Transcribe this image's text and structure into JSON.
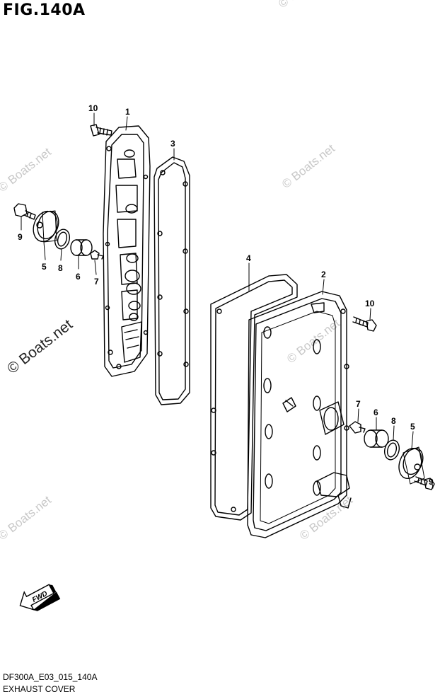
{
  "figure": {
    "title": "FIG.140A",
    "code": "DF300A_E03_015_140A",
    "caption": "EXHAUST COVER"
  },
  "watermarks": {
    "dark": "© Boats.net",
    "light": "© Boats.net"
  },
  "fwd_label": "FWD",
  "callouts": [
    "10",
    "1",
    "3",
    "9",
    "5",
    "8",
    "6",
    "7",
    "4",
    "2",
    "10",
    "7",
    "6",
    "8",
    "5",
    "9"
  ]
}
